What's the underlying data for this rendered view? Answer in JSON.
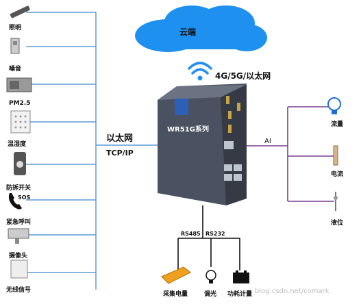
{
  "cloud": {
    "label": "云端"
  },
  "wireless": {
    "label": "4G/5G/以太网"
  },
  "router": {
    "model": "WR51G系列"
  },
  "left_link": {
    "line1": "以太网",
    "line2": "TCP/IP"
  },
  "right_link": {
    "label": "AI"
  },
  "left_devices": [
    {
      "label": "照明",
      "icon": "light-icon"
    },
    {
      "label": "噪音",
      "icon": "noise-sensor-icon"
    },
    {
      "label": "PM2.5",
      "icon": "pm25-sensor-icon"
    },
    {
      "label": "温湿度",
      "icon": "thermo-hygro-icon"
    },
    {
      "label": "防拆开关",
      "icon": "tamper-switch-icon"
    },
    {
      "label": "紧急呼叫",
      "icon": "phone-sos-icon"
    },
    {
      "label": "摄像头",
      "icon": "camera-icon"
    },
    {
      "label": "无线信号",
      "icon": "wireless-signal-icon"
    }
  ],
  "right_devices": [
    {
      "label": "流量",
      "icon": "flowmeter-icon"
    },
    {
      "label": "电流",
      "icon": "current-sensor-icon"
    },
    {
      "label": "液位",
      "icon": "level-sensor-icon"
    }
  ],
  "bottom_link": {
    "rs485": "RS485",
    "rs232": "RS232"
  },
  "bottom_devices": [
    {
      "label": "采集电量",
      "icon": "meter-icon"
    },
    {
      "label": "调光",
      "icon": "bulb-icon"
    },
    {
      "label": "功耗计量",
      "icon": "battery-icon"
    }
  ],
  "sos_text": "SOS",
  "watermark": "blog.csdn.net/comark"
}
